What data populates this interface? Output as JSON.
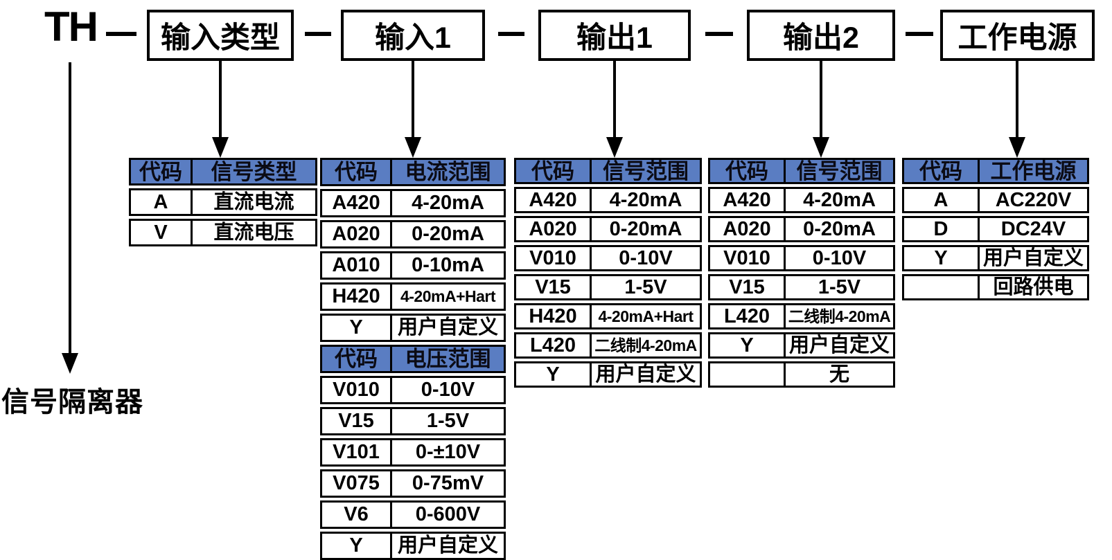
{
  "prefix": "TH",
  "prefix_meaning": "信号隔离器",
  "separator": "—",
  "colors": {
    "header_bg": "#5A7DC2",
    "line": "#000000",
    "background": "#FFFFFF"
  },
  "boxes": [
    {
      "label": "输入类型"
    },
    {
      "label": "输入1"
    },
    {
      "label": "输出1"
    },
    {
      "label": "输出2"
    },
    {
      "label": "工作电源"
    }
  ],
  "tables": [
    {
      "name": "input-type",
      "sections": [
        {
          "header": [
            "代码",
            "信号类型"
          ],
          "rows": [
            [
              "A",
              "直流电流"
            ],
            [
              "V",
              "直流电压"
            ]
          ]
        }
      ]
    },
    {
      "name": "input-1",
      "sections": [
        {
          "header": [
            "代码",
            "电流范围"
          ],
          "rows": [
            [
              "A420",
              "4-20mA"
            ],
            [
              "A020",
              "0-20mA"
            ],
            [
              "A010",
              "0-10mA"
            ],
            [
              "H420",
              "4-20mA+Hart"
            ],
            [
              "Y",
              "用户自定义"
            ]
          ]
        },
        {
          "header": [
            "代码",
            "电压范围"
          ],
          "rows": [
            [
              "V010",
              "0-10V"
            ],
            [
              "V15",
              "1-5V"
            ],
            [
              "V101",
              "0-±10V"
            ],
            [
              "V075",
              "0-75mV"
            ],
            [
              "V6",
              "0-600V"
            ],
            [
              "Y",
              "用户自定义"
            ]
          ]
        }
      ]
    },
    {
      "name": "output-1",
      "sections": [
        {
          "header": [
            "代码",
            "信号范围"
          ],
          "rows": [
            [
              "A420",
              "4-20mA"
            ],
            [
              "A020",
              "0-20mA"
            ],
            [
              "V010",
              "0-10V"
            ],
            [
              "V15",
              "1-5V"
            ],
            [
              "H420",
              "4-20mA+Hart"
            ],
            [
              "L420",
              "二线制4-20mA"
            ],
            [
              "Y",
              "用户自定义"
            ]
          ]
        }
      ]
    },
    {
      "name": "output-2",
      "sections": [
        {
          "header": [
            "代码",
            "信号范围"
          ],
          "rows": [
            [
              "A420",
              "4-20mA"
            ],
            [
              "A020",
              "0-20mA"
            ],
            [
              "V010",
              "0-10V"
            ],
            [
              "V15",
              "1-5V"
            ],
            [
              "L420",
              "二线制4-20mA"
            ],
            [
              "Y",
              "用户自定义"
            ],
            [
              "",
              "无"
            ]
          ]
        }
      ]
    },
    {
      "name": "power-supply",
      "sections": [
        {
          "header": [
            "代码",
            "工作电源"
          ],
          "rows": [
            [
              "A",
              "AC220V"
            ],
            [
              "D",
              "DC24V"
            ],
            [
              "Y",
              "用户自定义"
            ],
            [
              "",
              "回路供电"
            ]
          ]
        }
      ]
    }
  ]
}
